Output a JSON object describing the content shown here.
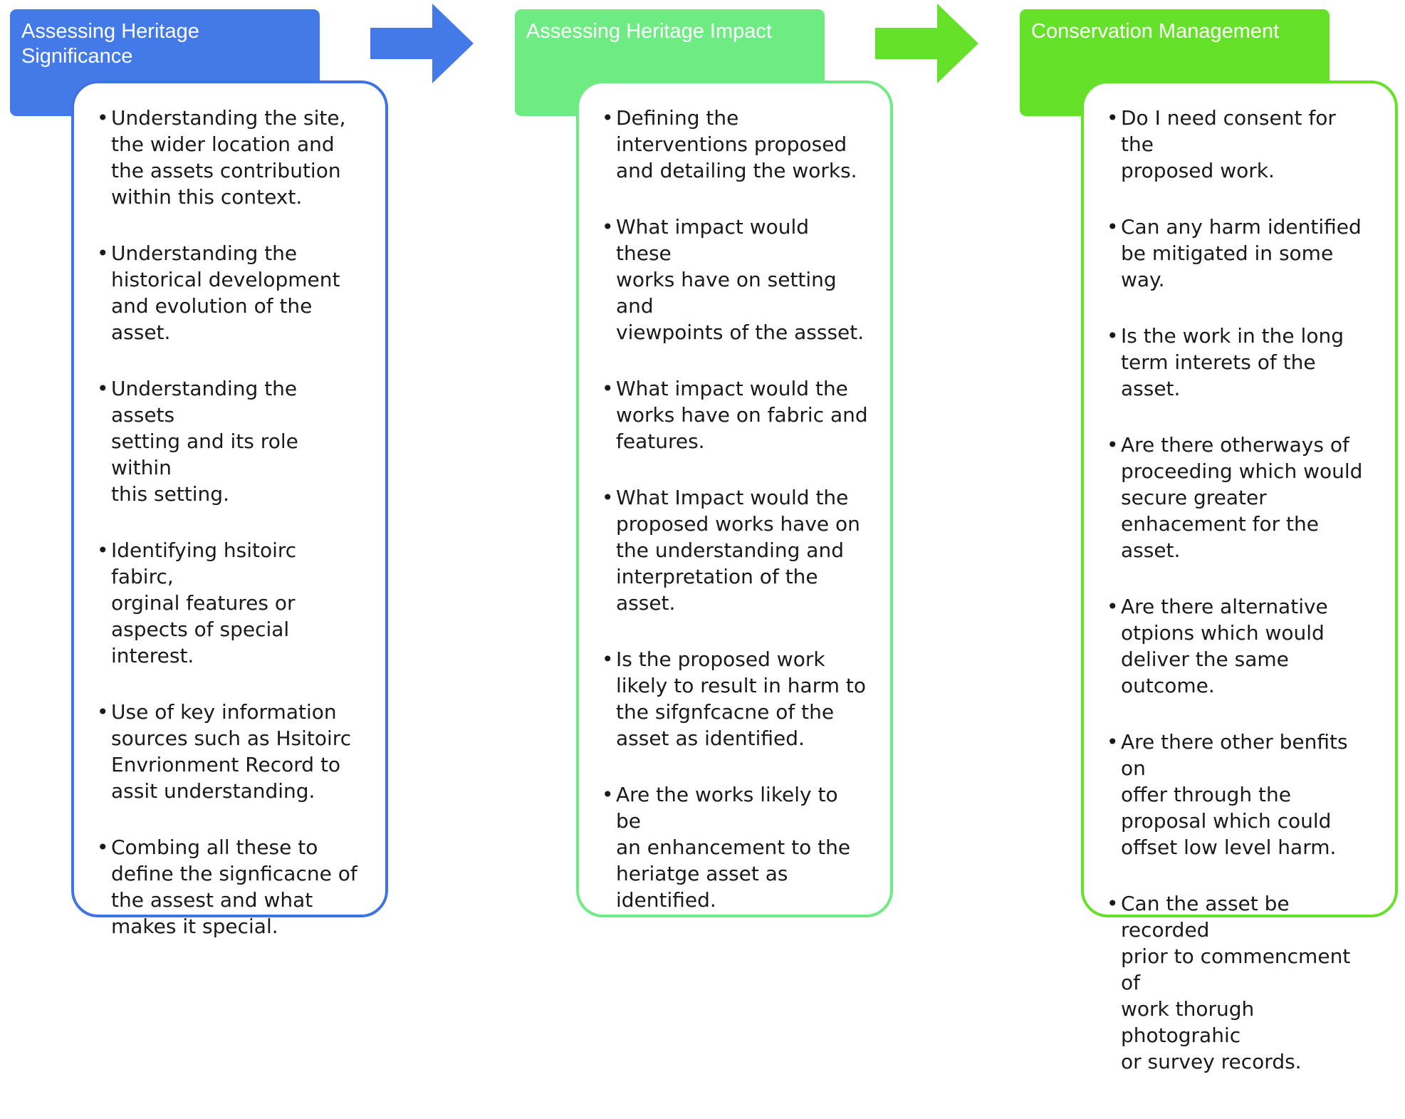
{
  "columns": [
    {
      "title": "Assessing Heritage\nSignificance",
      "header_color": "#4479E8",
      "border_color": "#3F74E0",
      "items": [
        " Understanding the site,\nthe wider location and\nthe assets contribution\nwithin this context.",
        " Understanding the\nhistorical development\nand evolution of the\nasset.",
        " Understanding the assets\nsetting and its role within\nthis setting.",
        "Identifying hsitoirc fabirc,\norginal features or\naspects of special\ninterest.",
        "Use of key information\nsources such as Hsitoirc\nEnvrionment Record to\nassit understanding.",
        " Combing all these to\ndefine the signficacne of\nthe assest and what\nmakes it special."
      ]
    },
    {
      "title": "Assessing Heritage Impact",
      "header_color": "#6EEB83",
      "border_color": "#6EEB83",
      "items": [
        " Defining the\ninterventions proposed\nand detailing the works.",
        "What impact would these\nworks have on setting and\nviewpoints of the assset.",
        "What impact would the\nworks have on fabric and\nfeatures.",
        "What Impact would the\nproposed works have on\nthe understanding and\ninterpretation of the\nasset.",
        " Is the proposed work\nlikely to result in harm to\nthe sifgnfcacne of the\nasset as identified.",
        " Are the works likely to be\nan enhancement to the\nheriatge asset as\nidentified."
      ]
    },
    {
      "title": "Conservation Management",
      "header_color": "#66E12A",
      "border_color": "#66E12A",
      "items": [
        " Do I need consent for the\nproposed work.",
        "Can any harm identified\nbe mitigated in some way.",
        "Is the work in the long\nterm interets of the asset.",
        "Are there otherways of\nproceeding which would\nsecure greater\nenhacement for the asset.",
        "  Are there alternative\notpions which would\ndeliver the same\noutcome.",
        "Are there other benfits on\noffer through the\nproposal which could\noffset low level harm.",
        "Can the asset be recorded\nprior to commencment of\nwork thorugh photograhic\nor survey records."
      ]
    }
  ],
  "arrows": [
    {
      "color": "#4479E8"
    },
    {
      "color": "#66E12A"
    }
  ]
}
